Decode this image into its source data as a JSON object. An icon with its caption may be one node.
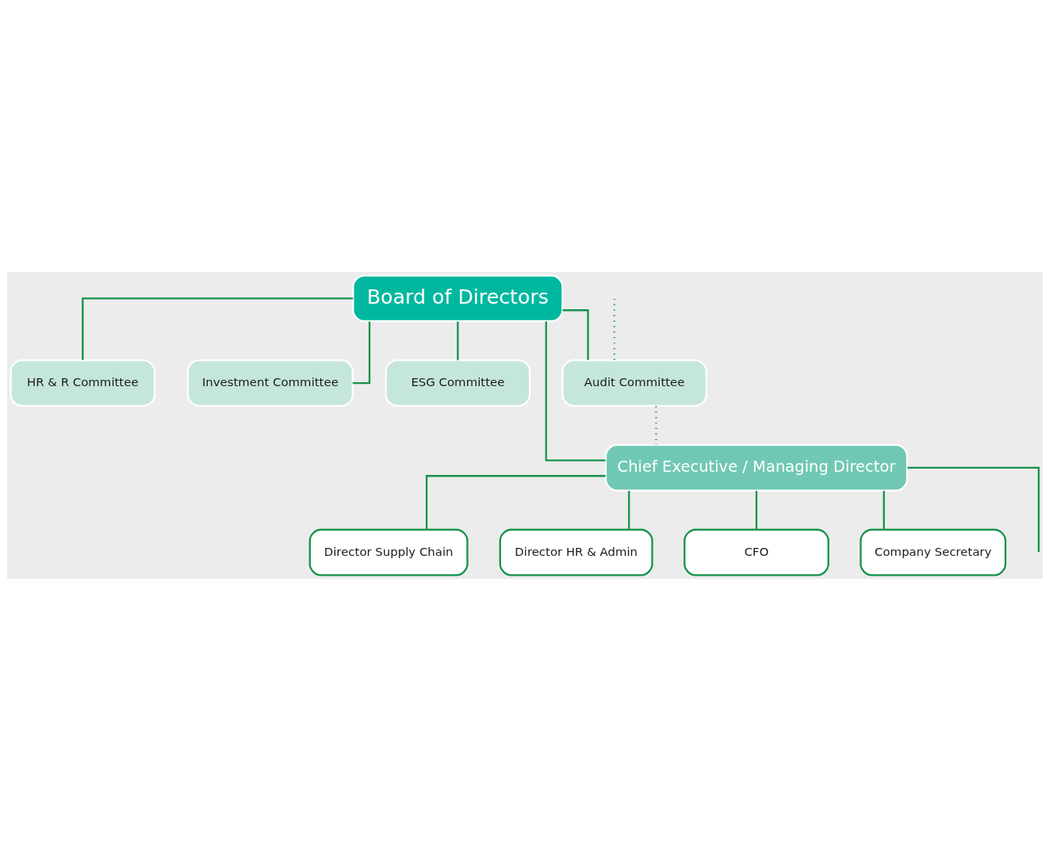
{
  "diagram": {
    "nodes": [
      {
        "text": [
          "Board of Directors"
        ]
      },
      {
        "text": [
          "HR & R Committee"
        ]
      },
      {
        "text": [
          "Investment Committee"
        ]
      },
      {
        "text": [
          "ESG Committee"
        ]
      },
      {
        "text": [
          "Audit Committee"
        ]
      },
      {
        "text": [
          "Chief Executive / Managing Director"
        ]
      },
      {
        "text": [
          "Director Supply Chain"
        ]
      },
      {
        "text": [
          "Director HR & Admin"
        ]
      },
      {
        "text": [
          "CFO"
        ]
      },
      {
        "text": [
          "Company Secretary"
        ]
      }
    ],
    "edges": [
      {
        "from": 0,
        "to": 1,
        "arrow": "none"
      },
      {
        "from": 0,
        "to": 2,
        "arrow": "none"
      },
      {
        "from": 0,
        "to": 3,
        "arrow": "none"
      },
      {
        "from": 0,
        "to": 4,
        "arrow": "none"
      },
      {
        "from": 0,
        "to": 5,
        "arrow": "none"
      },
      {
        "from": 4,
        "to": 5,
        "arrow": "none",
        "style": "dashed"
      },
      {
        "from": 4,
        "to": null,
        "arrow": "none",
        "style": "dashed"
      },
      {
        "from": 5,
        "to": 6,
        "arrow": "none"
      },
      {
        "from": 5,
        "to": 7,
        "arrow": "none"
      },
      {
        "from": 5,
        "to": 8,
        "arrow": "none"
      },
      {
        "from": 5,
        "to": 9,
        "arrow": "none"
      },
      {
        "from": 5,
        "to": null,
        "arrow": "none"
      }
    ]
  }
}
